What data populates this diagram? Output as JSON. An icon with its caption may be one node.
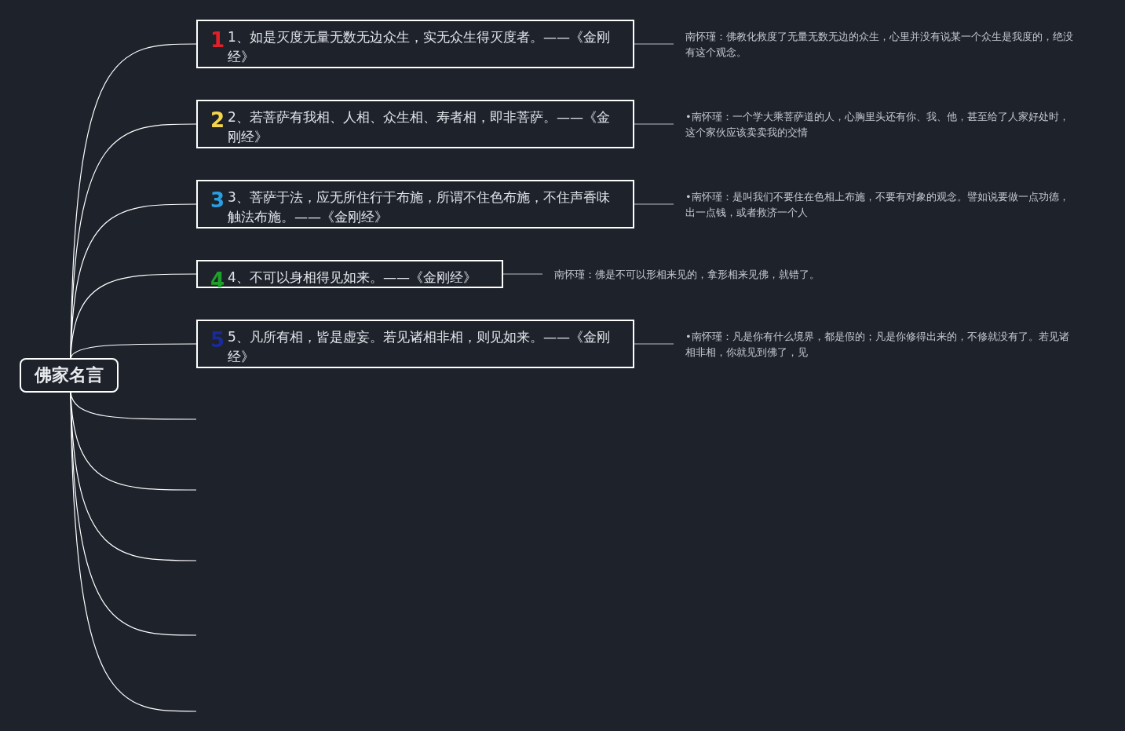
{
  "diagram": {
    "nodes": [
      {
        "text": [
          "佛家名言"
        ]
      },
      {
        "text": [
          "1",
          "1、如是灭度无量无数无边众生，实无众生得灭度者。——《金刚经》"
        ]
      },
      {
        "text": [
          "2",
          "2、若菩萨有我相、人相、众生相、寿者相，即非菩萨。——《金刚经》"
        ]
      },
      {
        "text": [
          "3",
          "3、菩萨于法，应无所住行于布施，所谓不住色布施，不住声香味触法布施。——《金刚经》"
        ]
      },
      {
        "text": [
          "4",
          "4、不可以身相得见如来。——《金刚经》"
        ]
      },
      {
        "text": [
          "5",
          "5、凡所有相，皆是虚妄。若见诸相非相，则见如来。——《金刚经》"
        ]
      },
      {
        "text": [
          "南怀瑾：佛教化救度了无量无数无边的众生，心里并没有说某一个众生是我度的，绝没有这个观念。"
        ]
      },
      {
        "text": [
          "•南怀瑾：一个学大乘菩萨道的人，心胸里头还有你、我、他，甚至给了人家好处时，这个家伙应该卖卖我的交情"
        ]
      },
      {
        "text": [
          "•南怀瑾：是叫我们不要住在色相上布施，不要有对象的观念。譬如说要做一点功德，出一点钱，或者救济一个人"
        ]
      },
      {
        "text": [
          "南怀瑾：佛是不可以形相来见的，拿形相来见佛，就错了。"
        ]
      },
      {
        "text": [
          "•南怀瑾：凡是你有什么境界，都是假的；凡是你修得出来的，不修就没有了。若见诸相非相，你就见到佛了，见"
        ]
      }
    ],
    "edges": [
      {
        "from": 0,
        "to": 1,
        "arrow": "none"
      },
      {
        "from": 0,
        "to": 2,
        "arrow": "none"
      },
      {
        "from": 0,
        "to": 3,
        "arrow": "none"
      },
      {
        "from": 0,
        "to": 4,
        "arrow": "none"
      },
      {
        "from": 0,
        "to": 5,
        "arrow": "none"
      },
      {
        "from": 0,
        "to": null,
        "arrow": "none"
      },
      {
        "from": 0,
        "to": null,
        "arrow": "none"
      },
      {
        "from": 0,
        "to": null,
        "arrow": "none"
      },
      {
        "from": 0,
        "to": null,
        "arrow": "none"
      },
      {
        "from": 0,
        "to": null,
        "arrow": "none"
      },
      {
        "from": 1,
        "to": 6,
        "arrow": "none"
      },
      {
        "from": 2,
        "to": 7,
        "arrow": "none"
      },
      {
        "from": 3,
        "to": 8,
        "arrow": "none"
      },
      {
        "from": 4,
        "to": 9,
        "arrow": "none"
      },
      {
        "from": 5,
        "to": 10,
        "arrow": "none"
      }
    ]
  }
}
